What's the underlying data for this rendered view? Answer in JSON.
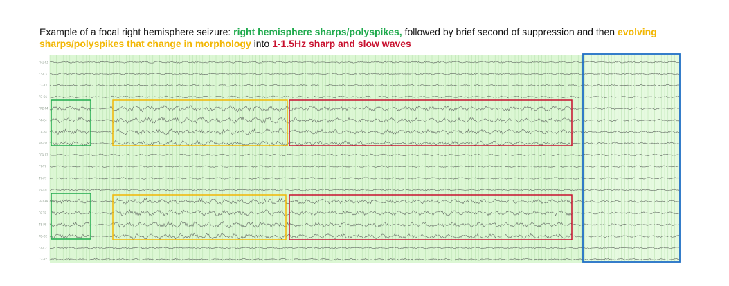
{
  "caption": {
    "part1": "Example of a focal right hemisphere seizure: ",
    "part2": "right hemisphere sharps/polyspikes,",
    "part3": " followed by brief second of suppression and then ",
    "part4": "evolving sharps/polyspikes that change in morphology",
    "part5": " into ",
    "part6": "1-1.5Hz sharp and slow waves"
  },
  "channels": [
    "FP1-F3",
    "F3-C3",
    "C3-P3",
    "P3-O1",
    "FP2-F4",
    "F4-C4",
    "C4-P4",
    "P4-O2",
    "FP1-F7",
    "F7-T7",
    "T7-P7",
    "P7-O1",
    "FP2-F8",
    "F8-T8",
    "T8-P8",
    "P8-O2",
    "FZ-CZ",
    "CZ-PZ"
  ],
  "colors": {
    "green_box": "#1faa4d",
    "yellow_box": "#f2b705",
    "red_box": "#c8102e",
    "blue_box": "#1f6fc5",
    "background": "#dcf7d4",
    "trace": "#707a70",
    "gridline": "#a9d9a0"
  }
}
